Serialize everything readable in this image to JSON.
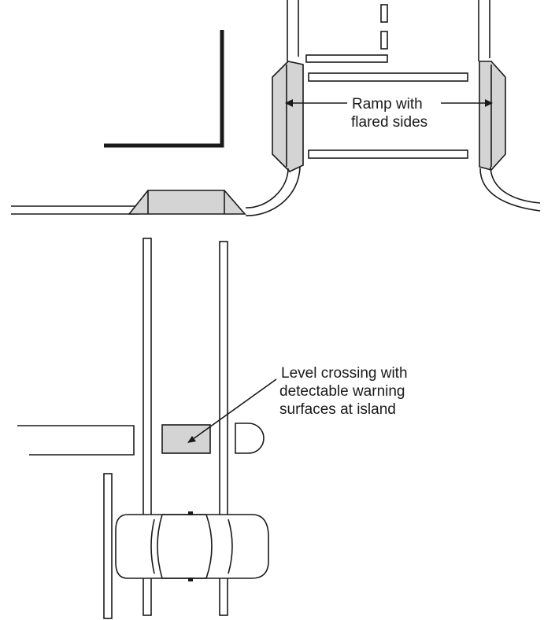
{
  "labels": {
    "ramp_line1": "Ramp with",
    "ramp_line2": "flared sides",
    "level_line1": "Level crossing with",
    "level_line2": "detectable warning",
    "level_line3": "surfaces at island"
  },
  "colors": {
    "stroke": "#1a1a1a",
    "ramp_fill": "#d4d4d4",
    "background": "#ffffff"
  }
}
